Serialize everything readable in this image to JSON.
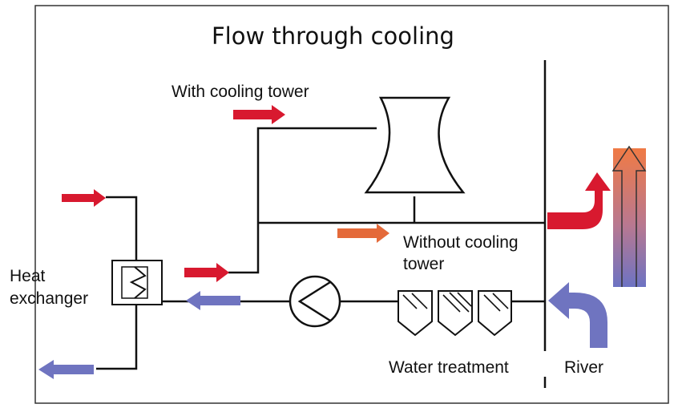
{
  "title": "Flow through cooling",
  "labels": {
    "with_cooling_tower": "With cooling tower",
    "without_cooling_tower": [
      "Without cooling",
      "tower"
    ],
    "heat_exchanger": [
      "Heat",
      "exchanger"
    ],
    "water_treatment": "Water treatment",
    "river": "River"
  },
  "colors": {
    "hot_flow": "#d8192f",
    "warm_flow": "#e46a3a",
    "cold_flow": "#6f74c0",
    "line": "#111111"
  },
  "icons": [
    "arrow-hot",
    "arrow-warm",
    "arrow-cold",
    "cooling-tower-icon",
    "pump-icon",
    "filter-icon",
    "heat-exchanger-icon",
    "temperature-gradient-arrow"
  ]
}
